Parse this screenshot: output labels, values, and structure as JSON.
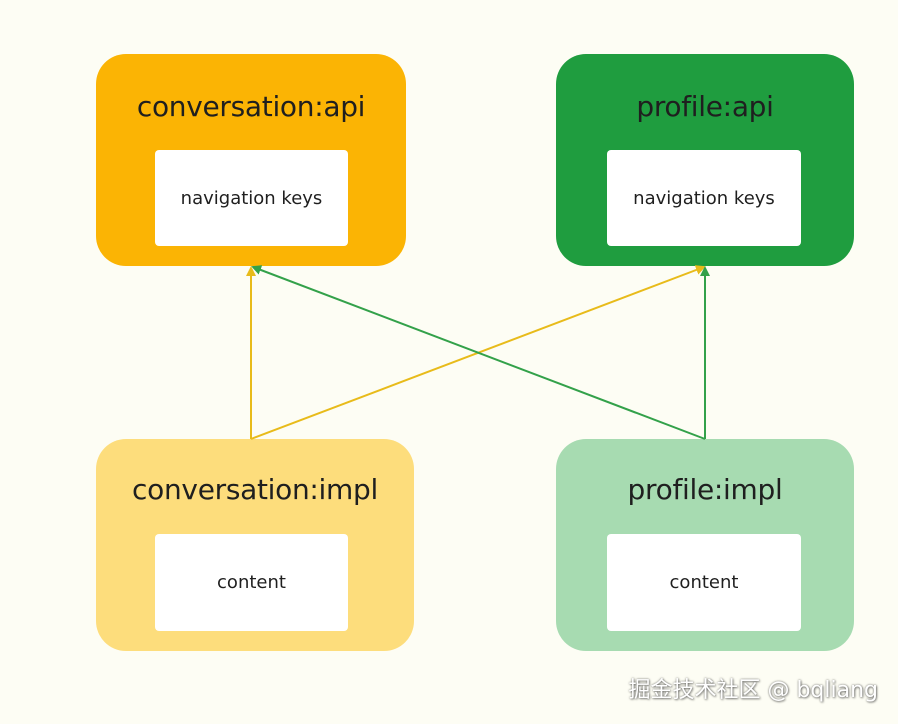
{
  "colors": {
    "background": "#fdfdf4",
    "conversation_api": "#fbb404",
    "profile_api": "#1f9d3f",
    "conversation_impl": "#fddd7c",
    "profile_impl": "#a7dbb1",
    "yellow_arrow": "#e8bb1a",
    "green_arrow": "#33a14a"
  },
  "modules": {
    "conversation_api": {
      "title": "conversation:api",
      "content": "navigation keys"
    },
    "profile_api": {
      "title": "profile:api",
      "content": "navigation keys"
    },
    "conversation_impl": {
      "title": "conversation:impl",
      "content": "content"
    },
    "profile_impl": {
      "title": "profile:impl",
      "content": "content"
    }
  },
  "dependencies": [
    {
      "from": "conversation:impl",
      "to": "conversation:api",
      "color": "#e8bb1a"
    },
    {
      "from": "conversation:impl",
      "to": "profile:api",
      "color": "#e8bb1a"
    },
    {
      "from": "profile:impl",
      "to": "profile:api",
      "color": "#33a14a"
    },
    {
      "from": "profile:impl",
      "to": "conversation:api",
      "color": "#33a14a"
    }
  ],
  "watermark": "掘金技术社区 @ bqliang"
}
